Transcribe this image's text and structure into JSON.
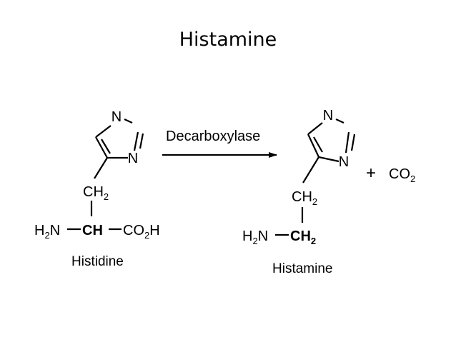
{
  "slide": {
    "title": "Histamine"
  },
  "reaction": {
    "enzyme": "Decarboxylase",
    "plus": "+",
    "byproduct": {
      "main": "CO",
      "sub": "2"
    },
    "colors": {
      "ink": "#000000",
      "background": "#ffffff"
    },
    "reactant": {
      "name": "Histidine",
      "ring_n_top": "N",
      "ring_n_bottom": "N",
      "side_chain": {
        "main": "CH",
        "sub": "2"
      },
      "amine": {
        "pre": "H",
        "sub": "2",
        "post": "N"
      },
      "alpha_carbon": "CH",
      "carboxyl": {
        "main": "CO",
        "sub": "2",
        "post": "H"
      }
    },
    "product": {
      "name": "Histamine",
      "ring_n_top": "N",
      "ring_n_bottom": "N",
      "side_chain": {
        "main": "CH",
        "sub": "2"
      },
      "amine": {
        "pre": "H",
        "sub": "2",
        "post": "N"
      },
      "terminal": {
        "main": "CH",
        "sub": "2"
      }
    }
  }
}
